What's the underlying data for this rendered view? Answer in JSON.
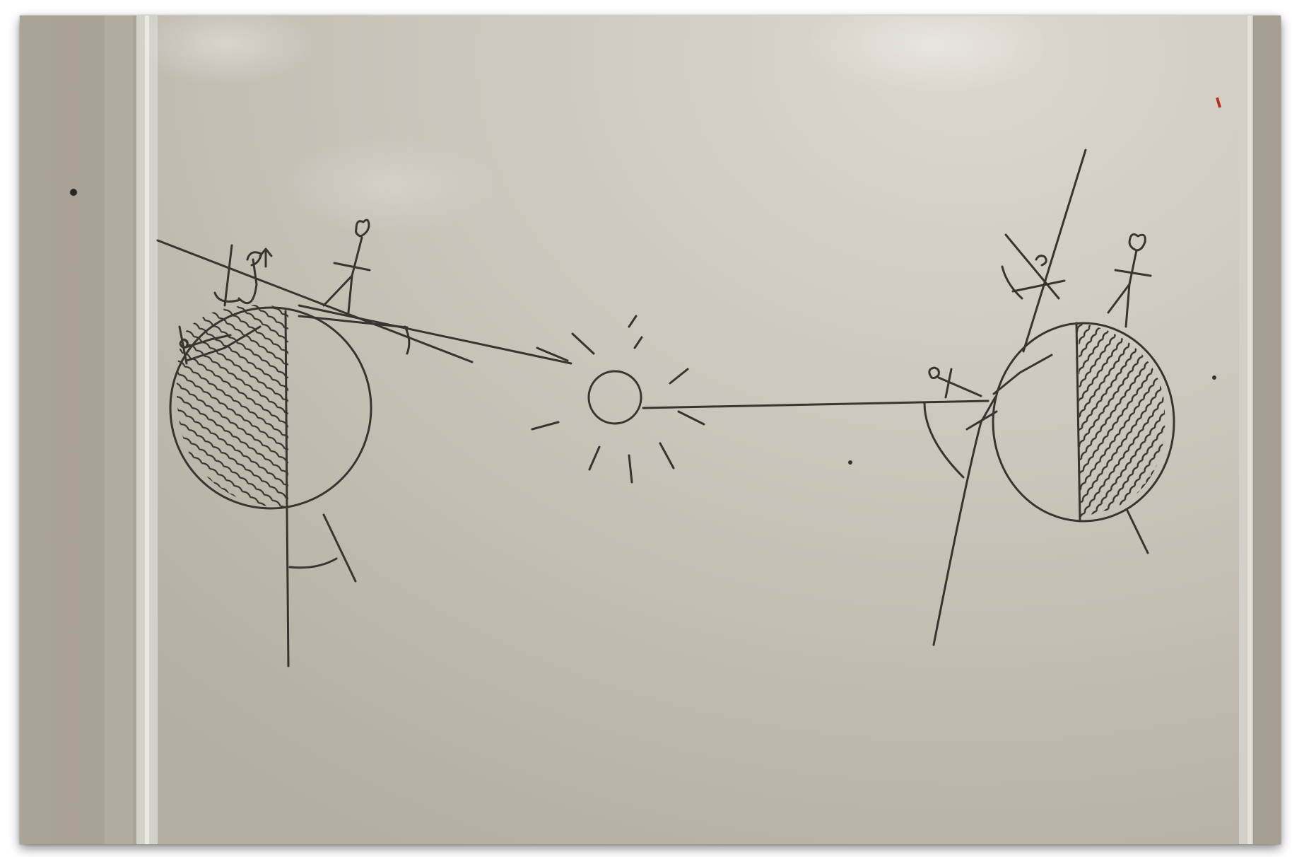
{
  "scene": {
    "description_tags": [
      "whiteboard",
      "marker-sketch"
    ],
    "colors": {
      "wall": "#a69f93",
      "wall_shadow": "#8f887d",
      "board": "#c9c4b9",
      "board_highlight": "#dcd8cf",
      "frame": "#d6d3cc",
      "ink": "#3a3430",
      "red_mark": "#b8321e"
    }
  },
  "sketch": {
    "left_globe": {
      "shaded_half": "left"
    },
    "sun": {
      "rays": 10
    },
    "right_globe": {
      "shaded_half": "right"
    },
    "figures": [
      "stick-figure",
      "stick-figure",
      "stick-figure",
      "stick-figure",
      "stick-figure",
      "stick-figure"
    ]
  }
}
